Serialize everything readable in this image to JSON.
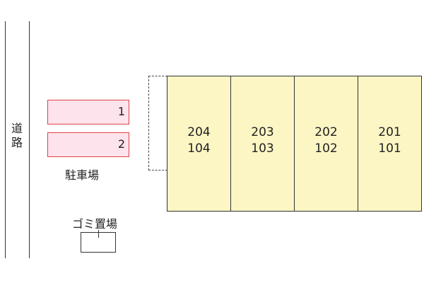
{
  "road": {
    "label_top": "道",
    "label_bottom": "路"
  },
  "parking": {
    "label": "駐車場",
    "slots": [
      {
        "number": "1"
      },
      {
        "number": "2"
      }
    ]
  },
  "garbage": {
    "label": "ゴミ置場"
  },
  "building": {
    "units": [
      {
        "upper": "204",
        "lower": "104"
      },
      {
        "upper": "203",
        "lower": "103"
      },
      {
        "upper": "202",
        "lower": "102"
      },
      {
        "upper": "201",
        "lower": "101"
      }
    ]
  },
  "colors": {
    "parking_fill": "#fde3ec",
    "parking_border": "#e0404a",
    "building_fill": "#fbf6c4",
    "line": "#333333"
  }
}
